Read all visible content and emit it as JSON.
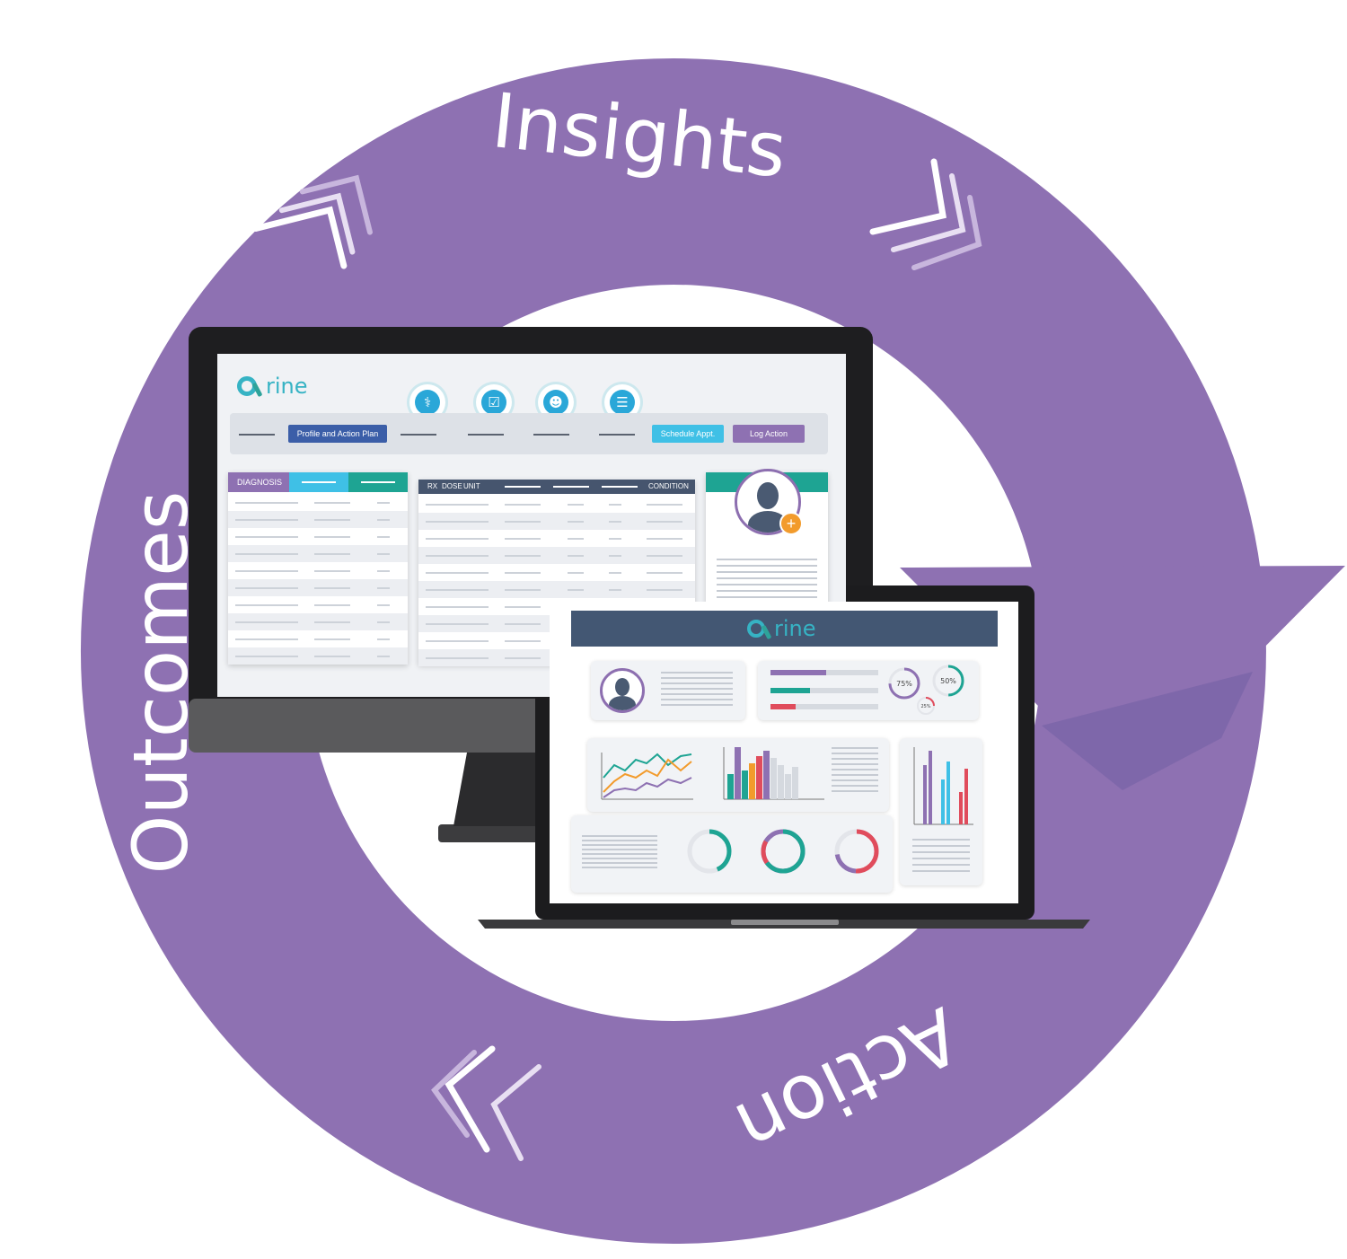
{
  "cycle": {
    "labels": {
      "insights": "Insights",
      "action": "Action",
      "outcomes": "Outcomes"
    },
    "ring_color": "#8e71b2",
    "chevron_color": "#ffffff"
  },
  "desktop": {
    "logo_text": "rine",
    "toolbar_icons": [
      "stethoscope-icon",
      "clipboard-icon",
      "care-team-icon",
      "checklist-icon"
    ],
    "buttons": {
      "profile_action_plan": "Profile and Action Plan",
      "schedule_appt": "Schedule Appt.",
      "log_action": "Log Action"
    },
    "diagnosis_panel": {
      "tab_label": "DIAGNOSIS"
    },
    "medication_panel": {
      "col_rx": "RX",
      "col_dose": "DOSE",
      "col_unit": "UNIT",
      "col_condition": "CONDITION"
    }
  },
  "laptop": {
    "logo_text": "rine",
    "donuts": {
      "purple_label": "75%",
      "green_label": "50%",
      "red_label": "25%"
    }
  },
  "colors": {
    "teal": "#36b3c4",
    "dark_blue": "#3b5ea8",
    "sky": "#3fc0e6",
    "purple": "#8e71b2",
    "green": "#1ea493",
    "navy": "#46556e",
    "orange": "#f29b2c",
    "red": "#e04c5c"
  }
}
